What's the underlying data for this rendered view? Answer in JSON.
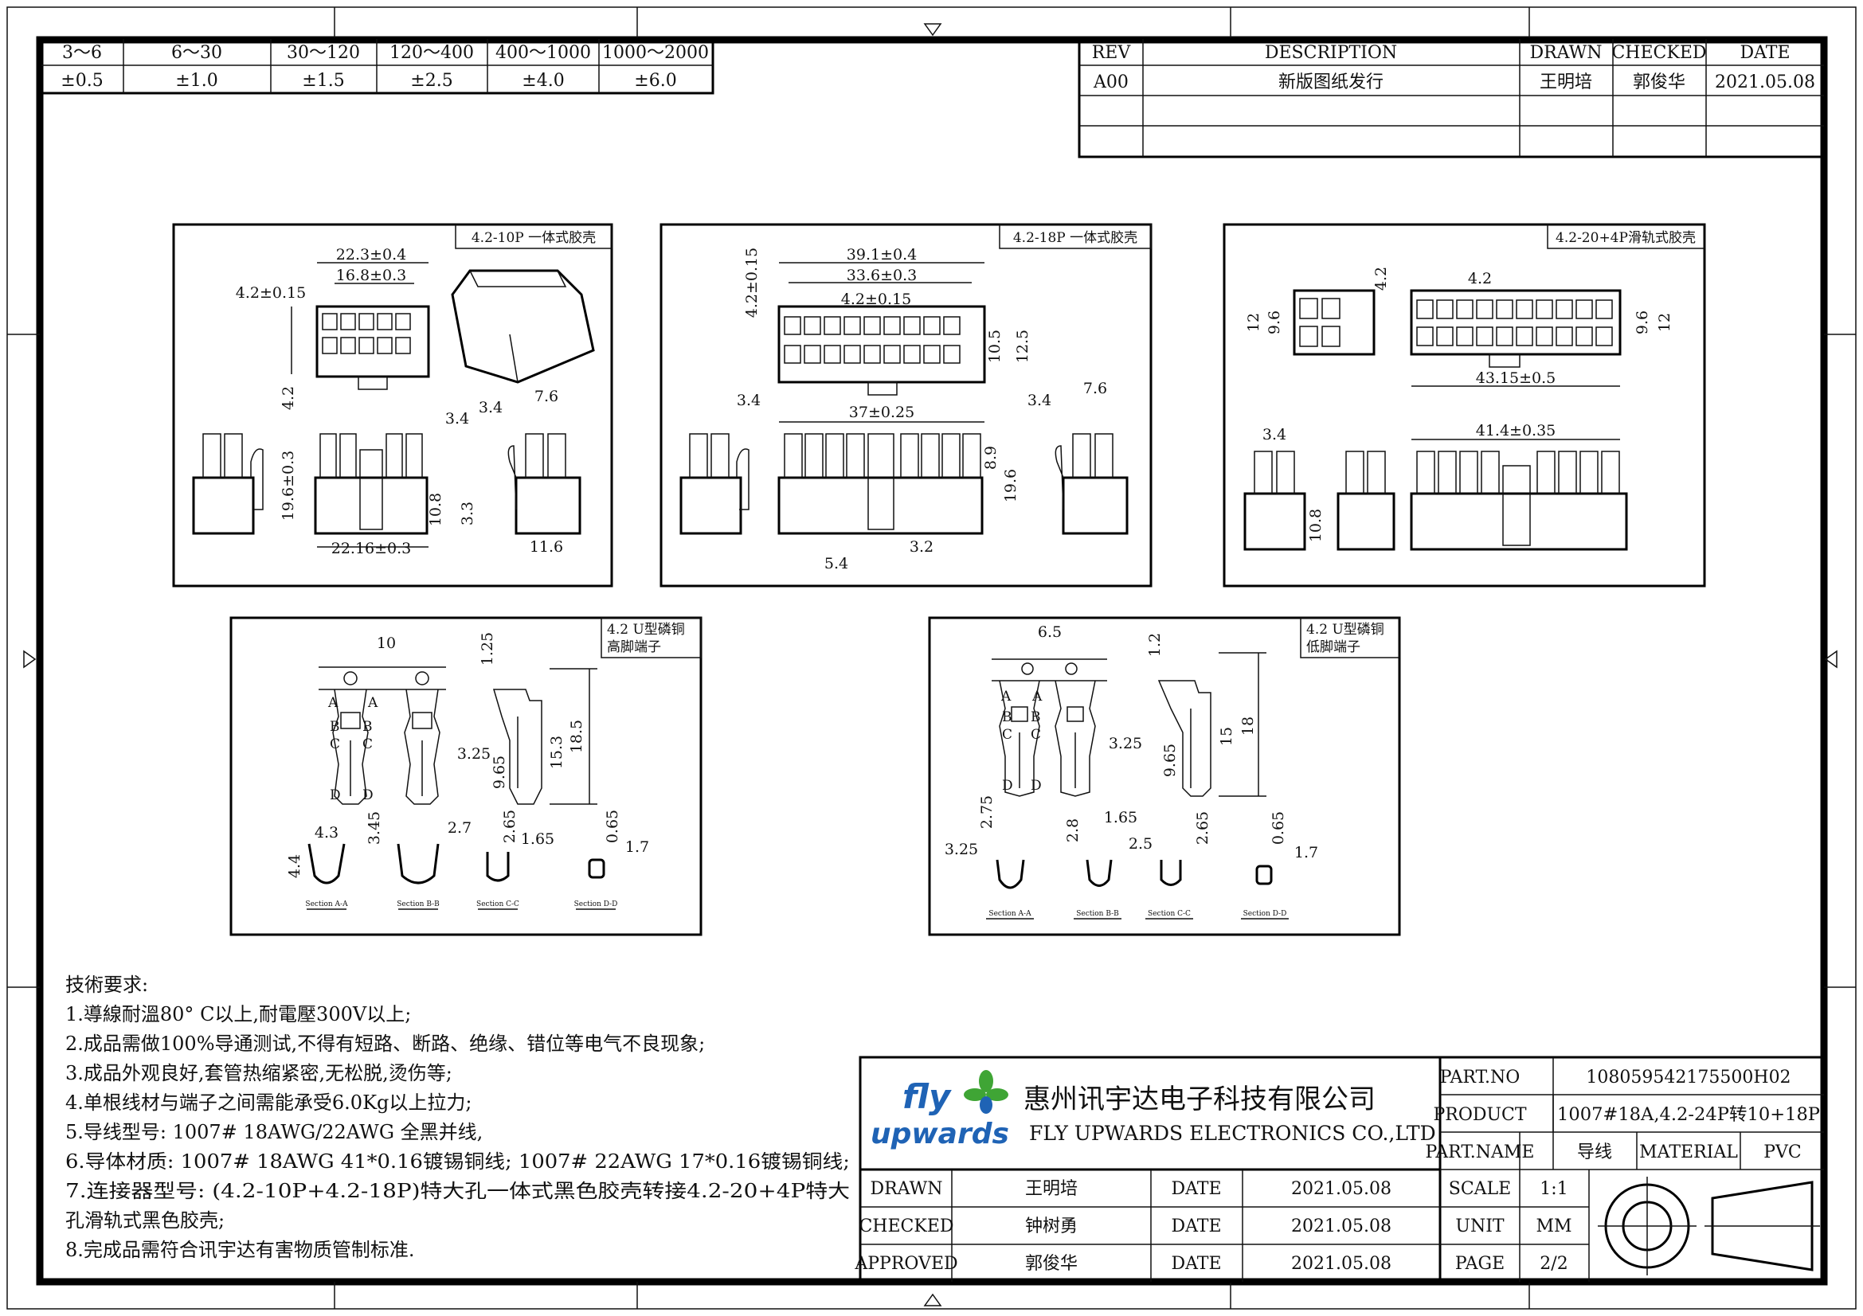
{
  "tolerance_table": {
    "ranges": [
      "3～6",
      "6～30",
      "30～120",
      "120～400",
      "400～1000",
      "1000～2000"
    ],
    "tolerances": [
      "±0.5",
      "±1.0",
      "±1.5",
      "±2.5",
      "±4.0",
      "±6.0"
    ]
  },
  "revision_table": {
    "headers": {
      "rev": "REV",
      "description": "DESCRIPTION",
      "drawn": "DRAWN",
      "checked": "CHECKED",
      "date": "DATE"
    },
    "rows": [
      {
        "rev": "A00",
        "description": "新版图纸发行",
        "drawn": "王明培",
        "checked": "郭俊华",
        "date": "2021.05.08"
      }
    ]
  },
  "views": {
    "p10": {
      "caption": "4.2-10P 一体式胶壳",
      "dims": [
        "22.3±0.4",
        "16.8±0.3",
        "4.2±0.15",
        "4.2",
        "3.4",
        "3.4",
        "7.6",
        "19.6±0.3",
        "10.8",
        "3.3",
        "22.16±0.3",
        "11.6"
      ]
    },
    "p18": {
      "caption": "4.2-18P 一体式胶壳",
      "dims": [
        "39.1±0.4",
        "33.6±0.3",
        "4.2±0.15",
        "4.2±0.15",
        "10.5",
        "12.5",
        "3.4",
        "37±0.25",
        "3.4",
        "7.6",
        "8.9",
        "19.6",
        "5.4",
        "3.2"
      ]
    },
    "p24": {
      "caption": "4.2-20+4P滑轨式胶壳",
      "dims": [
        "4.2",
        "4.2",
        "12",
        "9.6",
        "9.6",
        "12",
        "43.15±0.5",
        "3.4",
        "41.4±0.35",
        "10.8"
      ]
    },
    "term_high": {
      "caption1": "4.2 U型磷铜",
      "caption2": "高脚端子",
      "dims": [
        "10",
        "1.25",
        "18.5",
        "15.3",
        "9.65",
        "3.25",
        "4.3",
        "4.4",
        "3.45",
        "2.7",
        "2.65",
        "1.65",
        "0.65",
        "1.7"
      ],
      "sections": [
        "Section A-A",
        "Section B-B",
        "Section C-C",
        "Section D-D"
      ]
    },
    "term_low": {
      "caption1": "4.2 U型磷铜",
      "caption2": "低脚端子",
      "dims": [
        "6.5",
        "1.2",
        "18",
        "15",
        "9.65",
        "3.25",
        "2.75",
        "3.25",
        "2.8",
        "1.65",
        "2.5",
        "2.65",
        "0.65",
        "1.7"
      ],
      "sections": [
        "Section A-A",
        "Section B-B",
        "Section C-C",
        "Section D-D"
      ]
    }
  },
  "terminal_letters": [
    "A",
    "A",
    "B",
    "B",
    "C",
    "C",
    "D",
    "D"
  ],
  "notes": {
    "title": "技術要求:",
    "lines": [
      "1.導線耐溫80° C以上,耐電壓300V以上;",
      "2.成品需做100%导通测试,不得有短路、断路、绝缘、错位等电气不良现象;",
      "3.成品外观良好,套管热缩紧密,无松脱,烫伤等;",
      "4.单根线材与端子之间需能承受6.0Kg以上拉力;",
      "5.导线型号: 1007# 18AWG/22AWG 全黑并线,",
      "6.导体材质: 1007# 18AWG 41*0.16镀锡铜线; 1007# 22AWG 17*0.16镀锡铜线;",
      "7.连接器型号: (4.2-10P+4.2-18P)特大孔一体式黑色胶壳转接4.2-20+4P特大",
      "孔滑轨式黑色胶壳;",
      "8.完成品需符合讯宇达有害物质管制标准."
    ]
  },
  "title_block": {
    "logo_word1": "fly",
    "logo_word2": "upwards",
    "company_cn": "惠州讯宇达电子科技有限公司",
    "company_en": "FLY UPWARDS ELECTRONICS CO.,LTD",
    "part_no_label": "PART.NO",
    "part_no": "108059542175500H02",
    "product_label": "PRODUCT",
    "product": "1007#18A,4.2-24P转10+18P",
    "part_name_label": "PART.NAME",
    "part_name": "导线",
    "material_label": "MATERIAL",
    "material": "PVC",
    "drawn_label": "DRAWN",
    "drawn": "王明培",
    "checked_label": "CHECKED",
    "checked": "钟树勇",
    "approved_label": "APPROVED",
    "approved": "郭俊华",
    "date_label": "DATE",
    "drawn_date": "2021.05.08",
    "checked_date": "2021.05.08",
    "approved_date": "2021.05.08",
    "scale_label": "SCALE",
    "scale": "1:1",
    "unit_label": "UNIT",
    "unit": "MM",
    "page_label": "PAGE",
    "page": "2/2"
  },
  "colors": {
    "logo_blue": "#1f63b5",
    "logo_green": "#3fa535",
    "line": "#111111"
  }
}
